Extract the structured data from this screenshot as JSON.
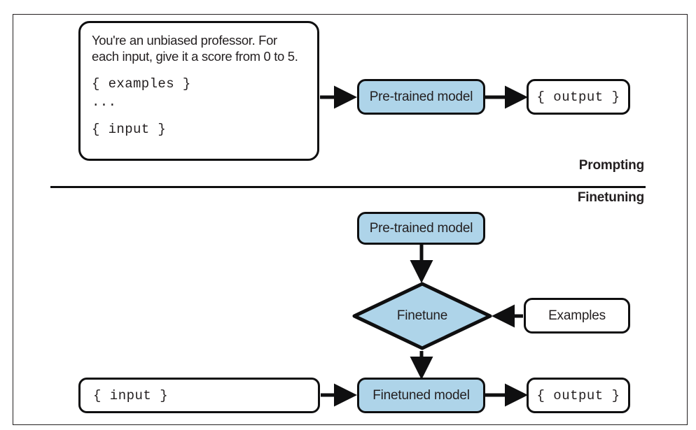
{
  "figure": {
    "sections": [
      {
        "id": "prompting",
        "label": "Prompting"
      },
      {
        "id": "finetuning",
        "label": "Finetuning"
      }
    ],
    "colors": {
      "model_fill": "#aed4e9",
      "stroke": "#0f0f10",
      "text": "#231f20",
      "background": "#ffffff",
      "frame": "#231f20"
    }
  },
  "prompting": {
    "prompt_box": {
      "instruction": "You're an unbiased professor. For each input, give it a score from 0 to 5.",
      "lines": [
        "{ examples }",
        "...",
        "{ input }"
      ]
    },
    "model_box": "Pre-trained model",
    "output_box": "{ output }"
  },
  "finetuning": {
    "pretrained_box": "Pre-trained model",
    "finetune_diamond": "Finetune",
    "examples_box": "Examples",
    "input_box": "{ input }",
    "finetuned_box": "Finetuned model",
    "output_box": "{ output }"
  }
}
